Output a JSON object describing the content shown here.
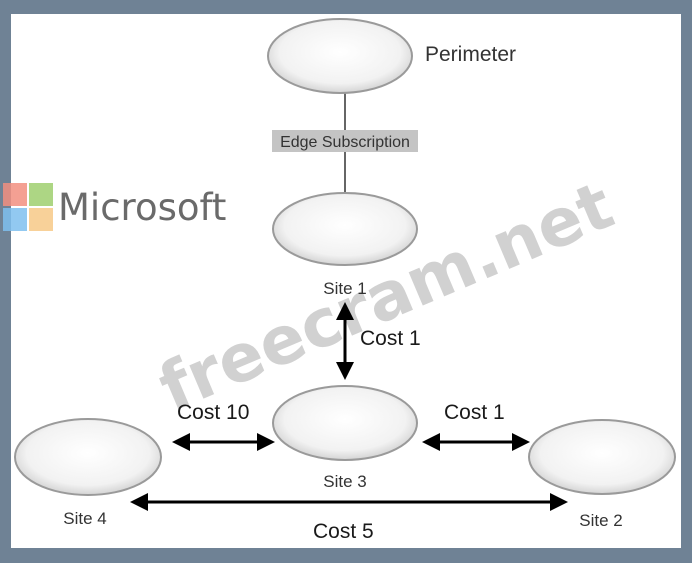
{
  "nodes": {
    "perimeter": "Perimeter",
    "site1": "Site 1",
    "site2": "Site 2",
    "site3": "Site 3",
    "site4": "Site 4"
  },
  "links": {
    "edge_subscription": "Edge Subscription",
    "site1_site3": "Cost 1",
    "site4_site3": "Cost 10",
    "site3_site2": "Cost 1",
    "site4_site2": "Cost 5"
  },
  "watermarks": {
    "brand": "Microsoft",
    "site": "freecram.net"
  },
  "colors": {
    "logo_red": "#f25022",
    "logo_green": "#7fba00",
    "logo_blue": "#00a4ef",
    "logo_yellow": "#ffb900"
  }
}
